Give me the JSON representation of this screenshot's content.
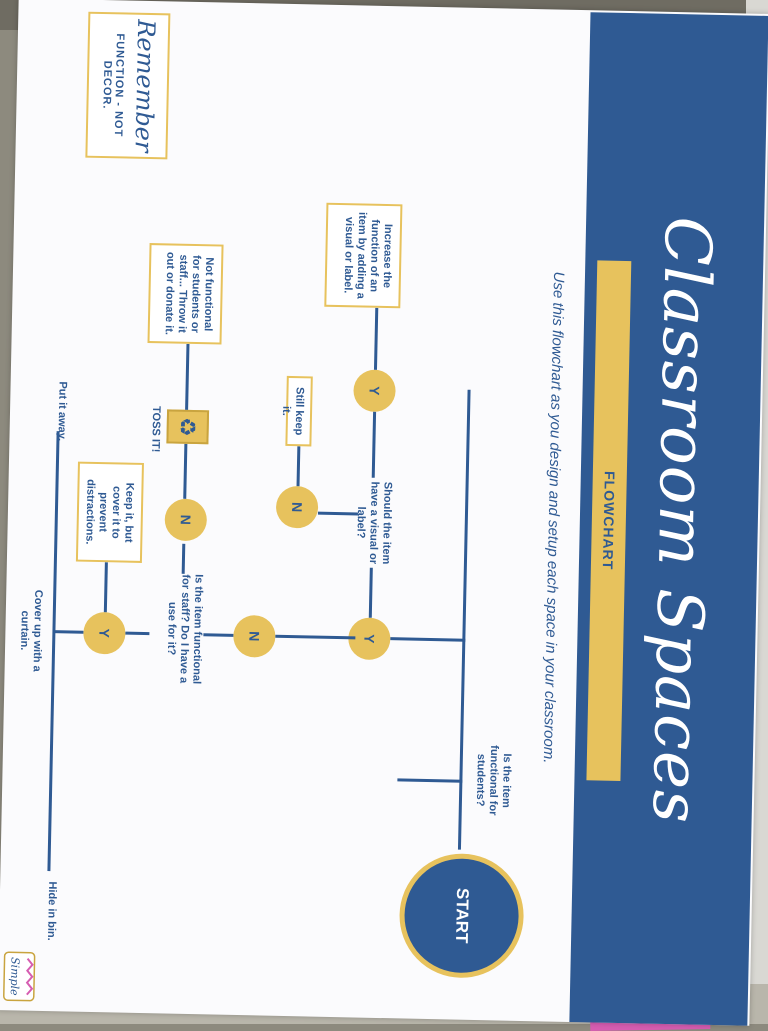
{
  "header": {
    "title": "Classroom Spaces",
    "subtitle": "FLOWCHART",
    "instruction": "Use this flowchart as you design and setup each space in your classroom."
  },
  "logo": {
    "text": "Simple"
  },
  "remember": {
    "title": "Remember",
    "text": "FUNCTION - NOT DECOR."
  },
  "flow": {
    "start": "START",
    "q1": "Is the item functional for students?",
    "q2": "Should the item have a visual or label?",
    "q3": "Is the item functional for staff? Do I have a use for it?",
    "y": "Y",
    "n": "N",
    "increase": "Increase the function of an item by adding a visual or label.",
    "still_keep": "Still keep it.",
    "keep_cover": "Keep it, but cover it to prevent distractions.",
    "toss": "TOSS IT!",
    "not_functional": "Not functional for students or staff... Throw it out or donate it.",
    "hide": "Hide in bin.",
    "curtain": "Cover up with a curtain.",
    "put_away": "Put it away."
  },
  "colors": {
    "navy": "#2f5a93",
    "gold": "#e7c25d"
  }
}
